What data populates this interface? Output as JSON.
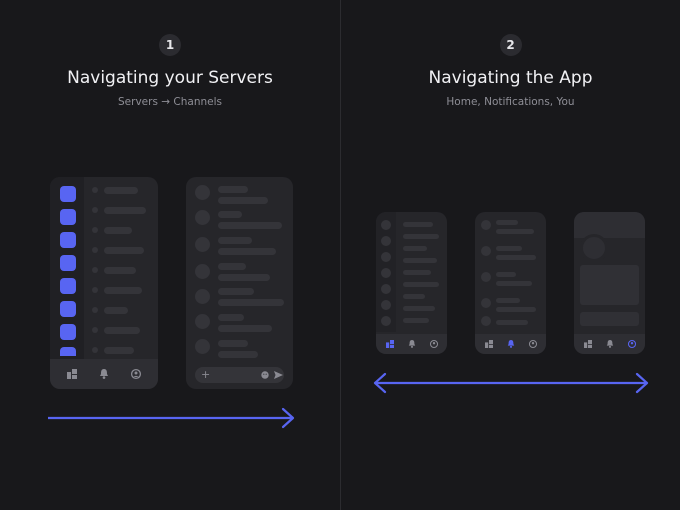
{
  "steps": [
    {
      "number": "1",
      "title": "Navigating your Servers",
      "subtitle": "Servers → Channels"
    },
    {
      "number": "2",
      "title": "Navigating the App",
      "subtitle": "Home, Notifications, You"
    }
  ],
  "icons": {
    "home": "home-icon",
    "bell": "bell-icon",
    "profile": "profile-icon",
    "plus": "plus-icon",
    "emoji": "emoji-icon",
    "send": "send-icon"
  },
  "colors": {
    "accent": "#5865f2",
    "background": "#18181b",
    "panel": "#26262a"
  }
}
